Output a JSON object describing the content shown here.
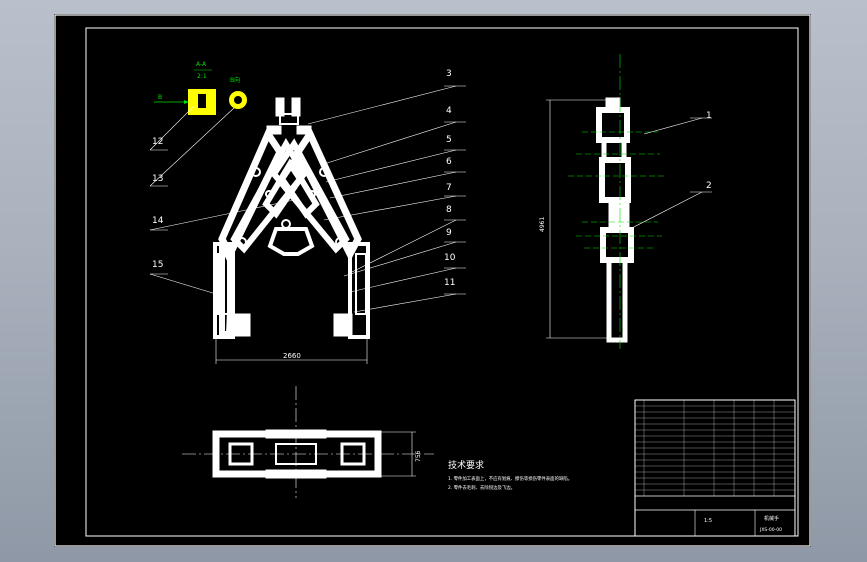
{
  "balloons": [
    "1",
    "2",
    "3",
    "4",
    "5",
    "6",
    "7",
    "8",
    "9",
    "10",
    "11",
    "12",
    "13",
    "14",
    "15"
  ],
  "dimensions": {
    "gripper_width": "2660",
    "side_height": "4961",
    "bottom_height": "756"
  },
  "section_label": {
    "name": "A-A",
    "scale": "2:1",
    "view": "B",
    "detail": "B向"
  },
  "tech_req": {
    "title": "技术要求",
    "lines": [
      "1. 零件加工表面上，不应有划痕、擦伤等损伤零件表面的缺陷。",
      "2. 零件去毛刺、去除锐边及飞边。"
    ]
  },
  "title_block": {
    "scale": "1:5",
    "drawing_no": "JXS-00-00",
    "name_label": "机械手"
  },
  "colors": {
    "sheet": "#000000",
    "lines": "#ffffff",
    "annotation": "#00e000",
    "highlight": "#ffff00"
  }
}
